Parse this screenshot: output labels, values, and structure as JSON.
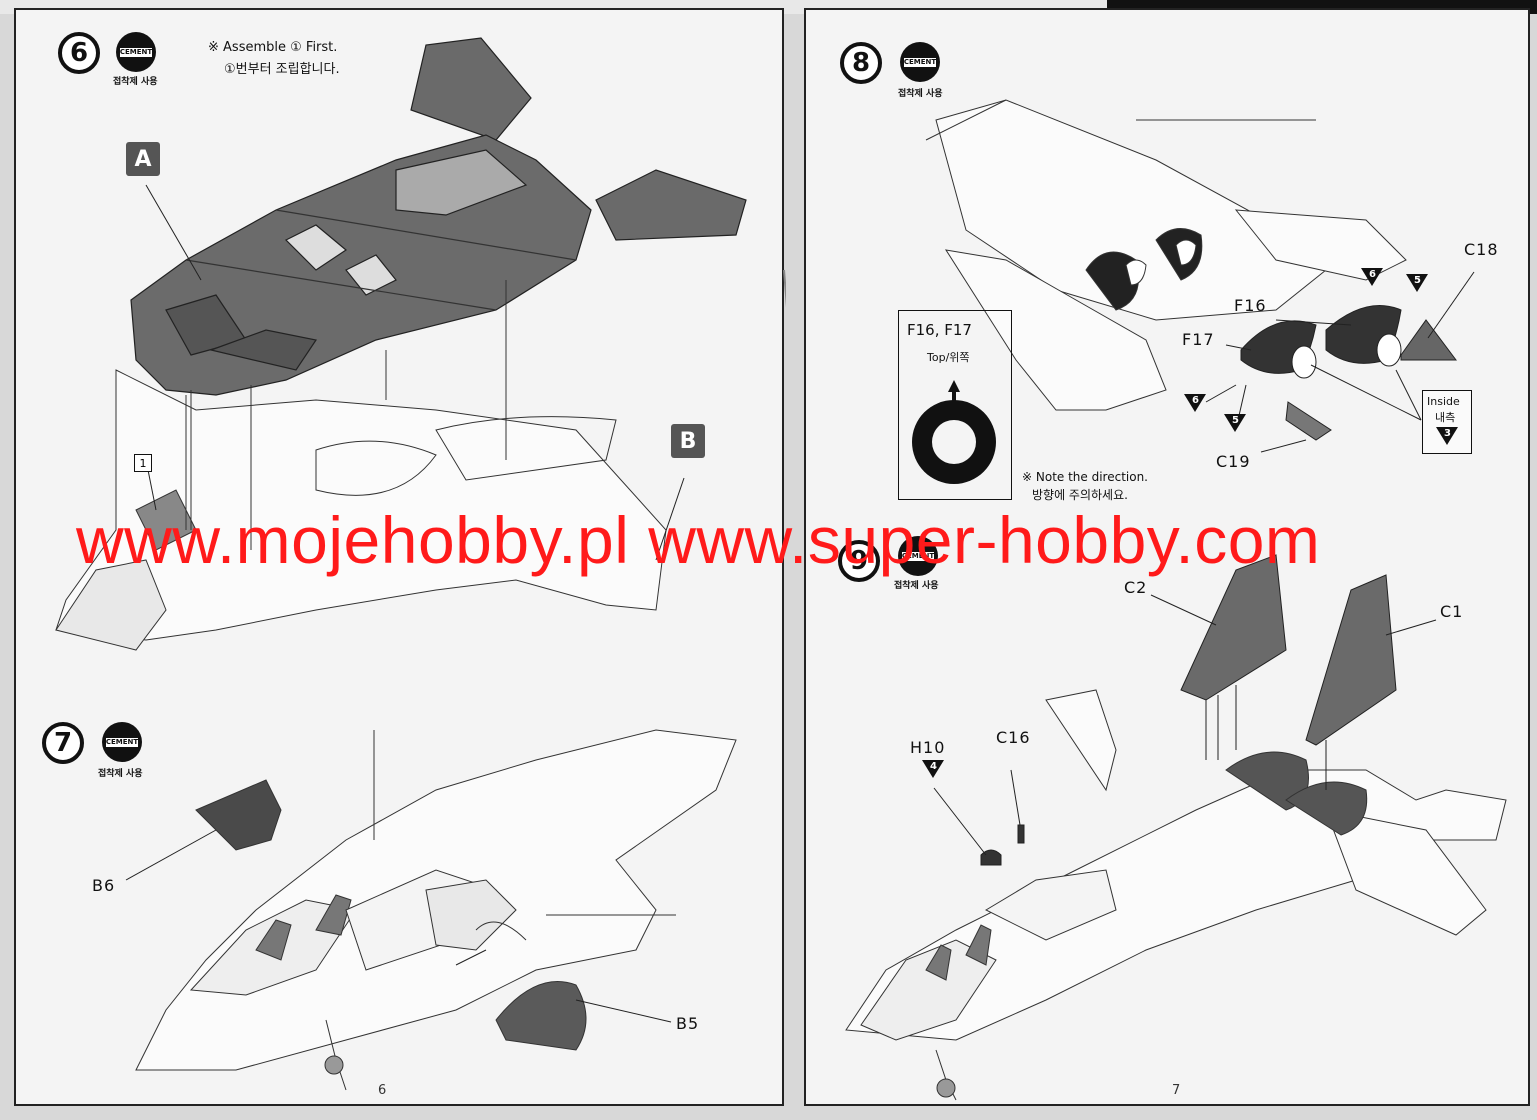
{
  "document": {
    "watermark": "www.mojehobby.pl www.super-hobby.com",
    "left_page": {
      "page_number": "6",
      "step6": {
        "number": "6",
        "cement_badge": "CEMENT",
        "cement_note": "접착제 사용",
        "note_en": "※ Assemble ① First.",
        "note_ko": "①번부터 조립합니다.",
        "label_a": "A",
        "label_b": "B",
        "ref_box": "1"
      },
      "step7": {
        "number": "7",
        "cement_badge": "CEMENT",
        "cement_note": "접착제 사용",
        "part_b6": "B6",
        "part_b5": "B5"
      }
    },
    "right_page": {
      "page_number": "7",
      "step8": {
        "number": "8",
        "cement_badge": "CEMENT",
        "cement_note": "접착제 사용",
        "part_c18": "C18",
        "part_f16": "F16",
        "part_f17": "F17",
        "part_c19": "C19",
        "tri_6a": "6",
        "tri_5a": "5",
        "tri_6b": "6",
        "tri_5b": "5",
        "inside_en": "Inside",
        "inside_ko": "내측",
        "inside_num": "3",
        "box_title": "F16, F17",
        "box_top": "Top/위쪽",
        "note_en": "※ Note the direction.",
        "note_ko": "방향에 주의하세요."
      },
      "step9": {
        "number": "9",
        "cement_badge": "CEMENT",
        "cement_note": "접착제 사용",
        "part_c2": "C2",
        "part_c1": "C1",
        "part_h10": "H10",
        "part_c16": "C16",
        "tri_h10": "4"
      }
    }
  }
}
